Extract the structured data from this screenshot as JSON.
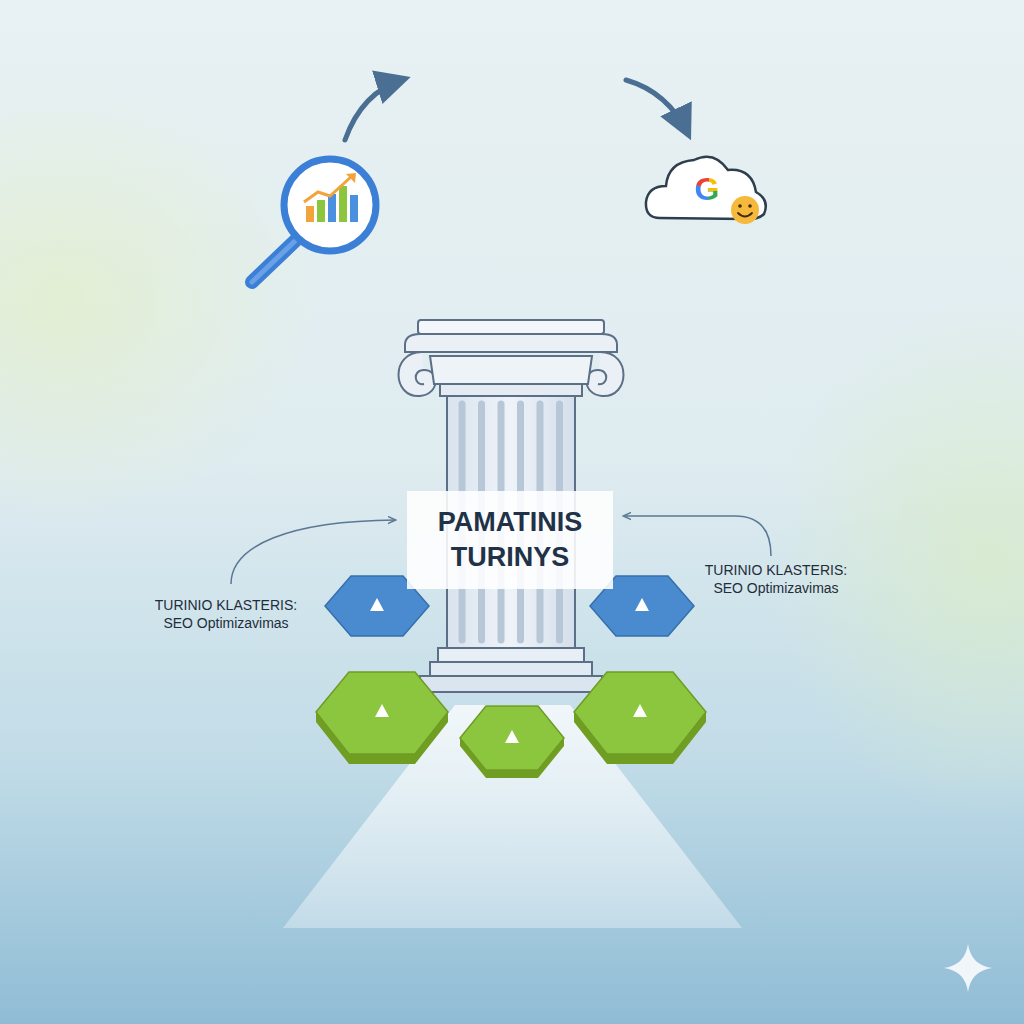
{
  "diagram": {
    "nodes": [
      {
        "text": [
          "PAMATINIS TURINYS"
        ]
      }
    ],
    "labels": [
      "TURINIO KLASTERIS: SEO Optimizavimas",
      "TURINIO KLASTERIS: SEO Optimizavimas",
      "G"
    ]
  }
}
